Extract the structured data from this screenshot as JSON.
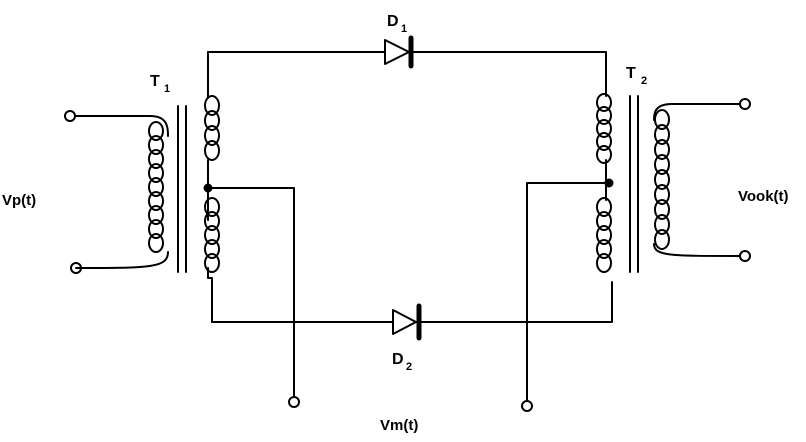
{
  "diagram": {
    "labels": {
      "t1": "T",
      "t1_sub": "1",
      "t2": "T",
      "t2_sub": "2",
      "d1": "D",
      "d1_sub": "1",
      "d2": "D",
      "d2_sub": "2",
      "vp": "Vp(t)",
      "vook": "Vook(t)",
      "vm": "Vm(t)"
    },
    "colors": {
      "ink": "#000000",
      "background": "#ffffff"
    }
  }
}
